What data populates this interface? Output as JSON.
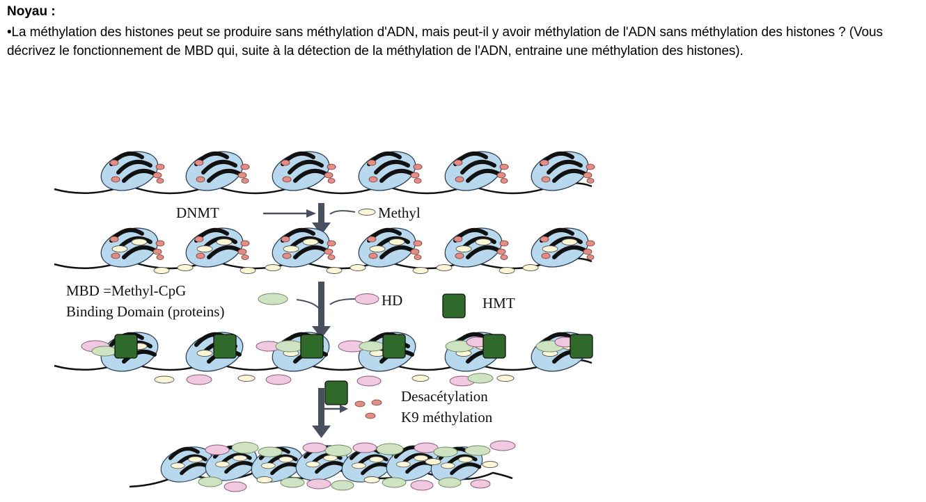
{
  "header": {
    "title": "Noyau :",
    "paragraph": "•La méthylation des histones peut se produire sans méthylation d'ADN, mais peut-il y avoir méthylation de l'ADN sans méthylation des histones ? (Vous décrivez le fonctionnement de MBD qui, suite à la détection de la méthylation de l'ADN, entraine une méthylation des histones)."
  },
  "diagram": {
    "labels": {
      "dnmt": "DNMT",
      "methyl": "Methyl",
      "mbd_line1": "MBD =Methyl-CpG",
      "mbd_line2": "Binding Domain (proteins)",
      "hd": "HD",
      "hmt": "HMT",
      "desacetylation": "Desacétylation",
      "k9": "K9 méthylation"
    },
    "colors": {
      "nucleosome": "#b8d8ee",
      "dna": "#111111",
      "acetyl": "#e08e86",
      "methyl": "#fbf6d6",
      "mbd": "#cfe3c2",
      "hd": "#f0c8e0",
      "hmt": "#2f6a2a",
      "arrow": "#4a5060"
    }
  }
}
